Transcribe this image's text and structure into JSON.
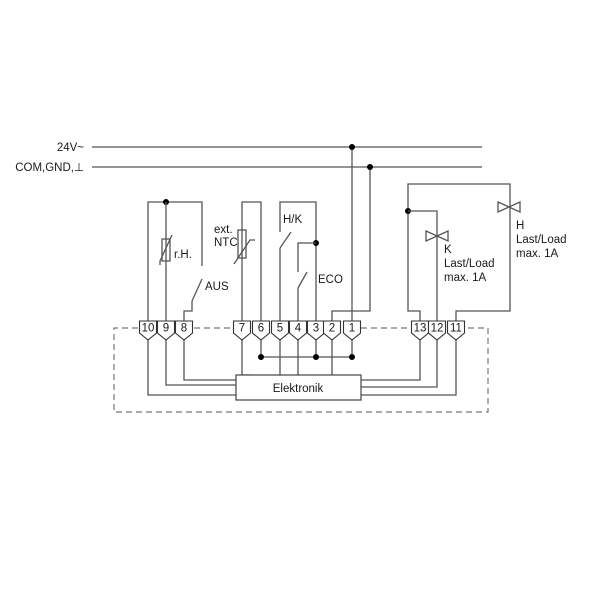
{
  "rails": {
    "supply_label": "24V~",
    "common_label": "COM,GND,⊥"
  },
  "components": {
    "humidity_sensor": "r.H.",
    "aus_switch": "AUS",
    "ntc_line1": "ext.",
    "ntc_line2": "NTC",
    "hk_switch": "H/K",
    "eco_switch": "ECO",
    "valve_k": [
      "K",
      "Last/Load",
      "max. 1A"
    ],
    "valve_h": [
      "H",
      "Last/Load",
      "max. 1A"
    ],
    "electronics_box": "Elektronik"
  },
  "terminals": [
    "10",
    "9",
    "8",
    "7",
    "6",
    "5",
    "4",
    "3",
    "2",
    "1",
    "13",
    "12",
    "11"
  ]
}
